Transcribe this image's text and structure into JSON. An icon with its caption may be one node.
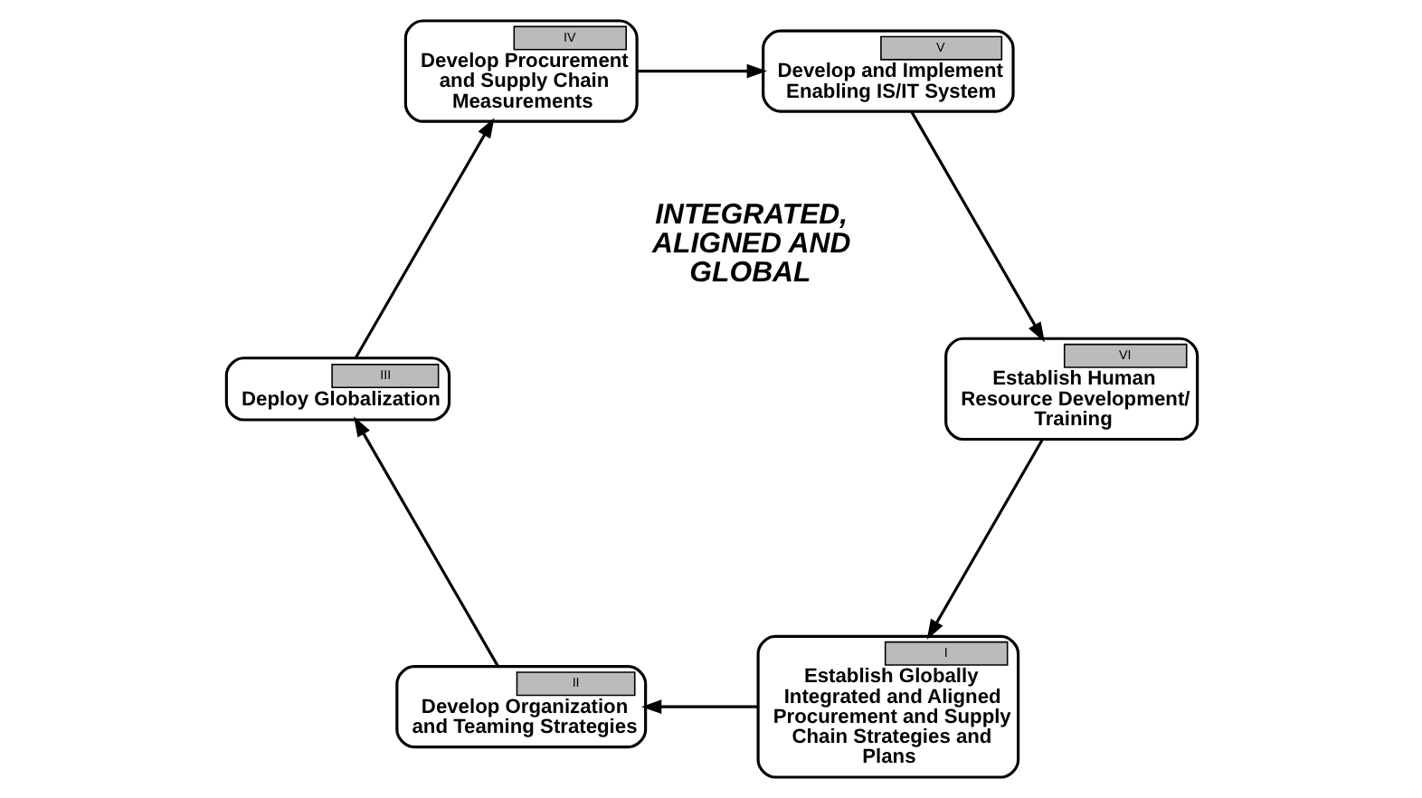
{
  "diagram": {
    "nodes": [
      {
        "text": [
          "I",
          "Establish Globally Integrated and Aligned Procurement and Supply Chain Strategies and Plans"
        ]
      },
      {
        "text": [
          "II",
          "Develop Organization and Teaming Strategies"
        ]
      },
      {
        "text": [
          "III",
          "Deploy Globalization"
        ]
      },
      {
        "text": [
          "IV",
          "Develop Procurement and Supply Chain Measurements"
        ]
      },
      {
        "text": [
          "V",
          "Develop and Implement Enabling IS/IT System"
        ]
      },
      {
        "text": [
          "VI",
          "Establish Human Resource Development/ Training"
        ]
      }
    ],
    "edges": [
      {
        "from": 0,
        "to": 1,
        "arrow": "to"
      },
      {
        "from": 1,
        "to": 2,
        "arrow": "to"
      },
      {
        "from": 2,
        "to": 3,
        "arrow": "to"
      },
      {
        "from": 3,
        "to": 4,
        "arrow": "to"
      },
      {
        "from": 4,
        "to": 5,
        "arrow": "to"
      },
      {
        "from": 5,
        "to": 0,
        "arrow": "to"
      }
    ],
    "labels": [
      "INTEGRATED, ALIGNED AND GLOBAL"
    ]
  }
}
